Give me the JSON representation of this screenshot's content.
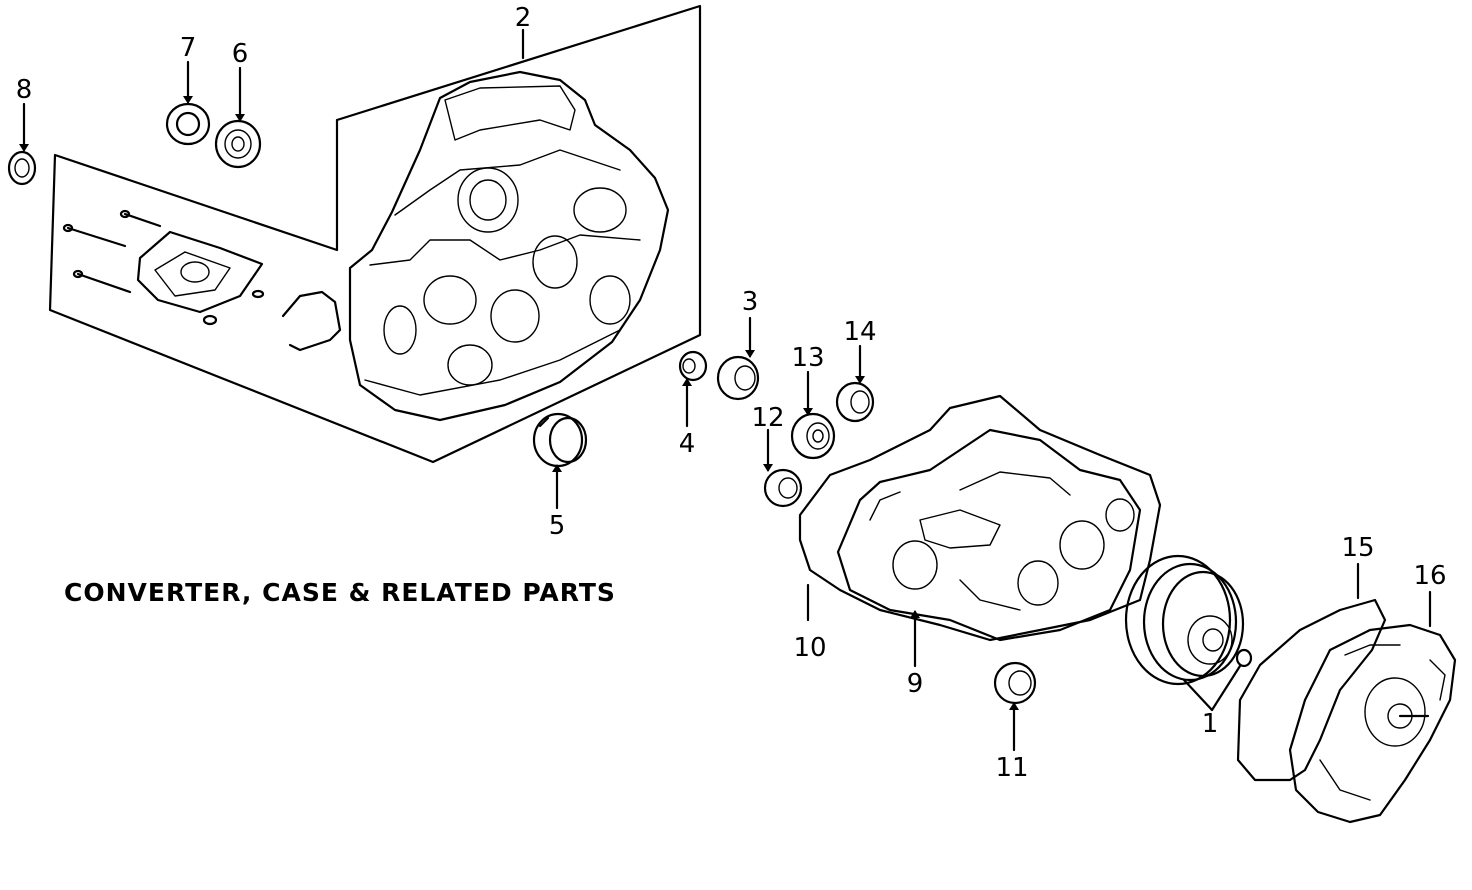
{
  "title": "CONVERTER, CASE & RELATED PARTS",
  "callouts": {
    "c1": "1",
    "c2": "2",
    "c3": "3",
    "c4": "4",
    "c5": "5",
    "c6": "6",
    "c7": "7",
    "c8": "8",
    "c9": "9",
    "c10": "10",
    "c11": "11",
    "c12": "12",
    "c13": "13",
    "c14": "14",
    "c15": "15",
    "c16": "16"
  }
}
